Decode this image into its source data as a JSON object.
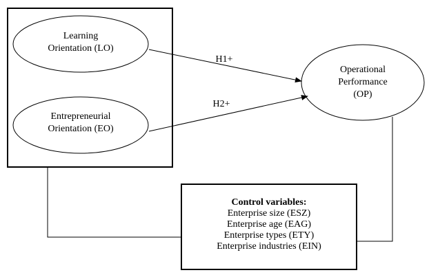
{
  "nodes": {
    "lo": {
      "line1": "Learning",
      "line2": "Orientation (LO)"
    },
    "eo": {
      "line1": "Entrepreneurial",
      "line2": "Orientation (EO)"
    },
    "op": {
      "line1": "Operational",
      "line2": "Performance",
      "line3": "(OP)"
    }
  },
  "edges": {
    "h1": {
      "label": "H1+",
      "from": "Learning Orientation (LO)",
      "to": "Operational Performance (OP)"
    },
    "h2": {
      "label": "H2+",
      "from": "Entrepreneurial Orientation (EO)",
      "to": "Operational Performance (OP)"
    }
  },
  "controls": {
    "title": "Control variables:",
    "items": [
      "Enterprise size (ESZ)",
      "Enterprise age (EAG)",
      "Enterprise types (ETY)",
      "Enterprise industries (EIN)"
    ]
  },
  "colors": {
    "stroke": "#000000",
    "background": "#ffffff"
  }
}
